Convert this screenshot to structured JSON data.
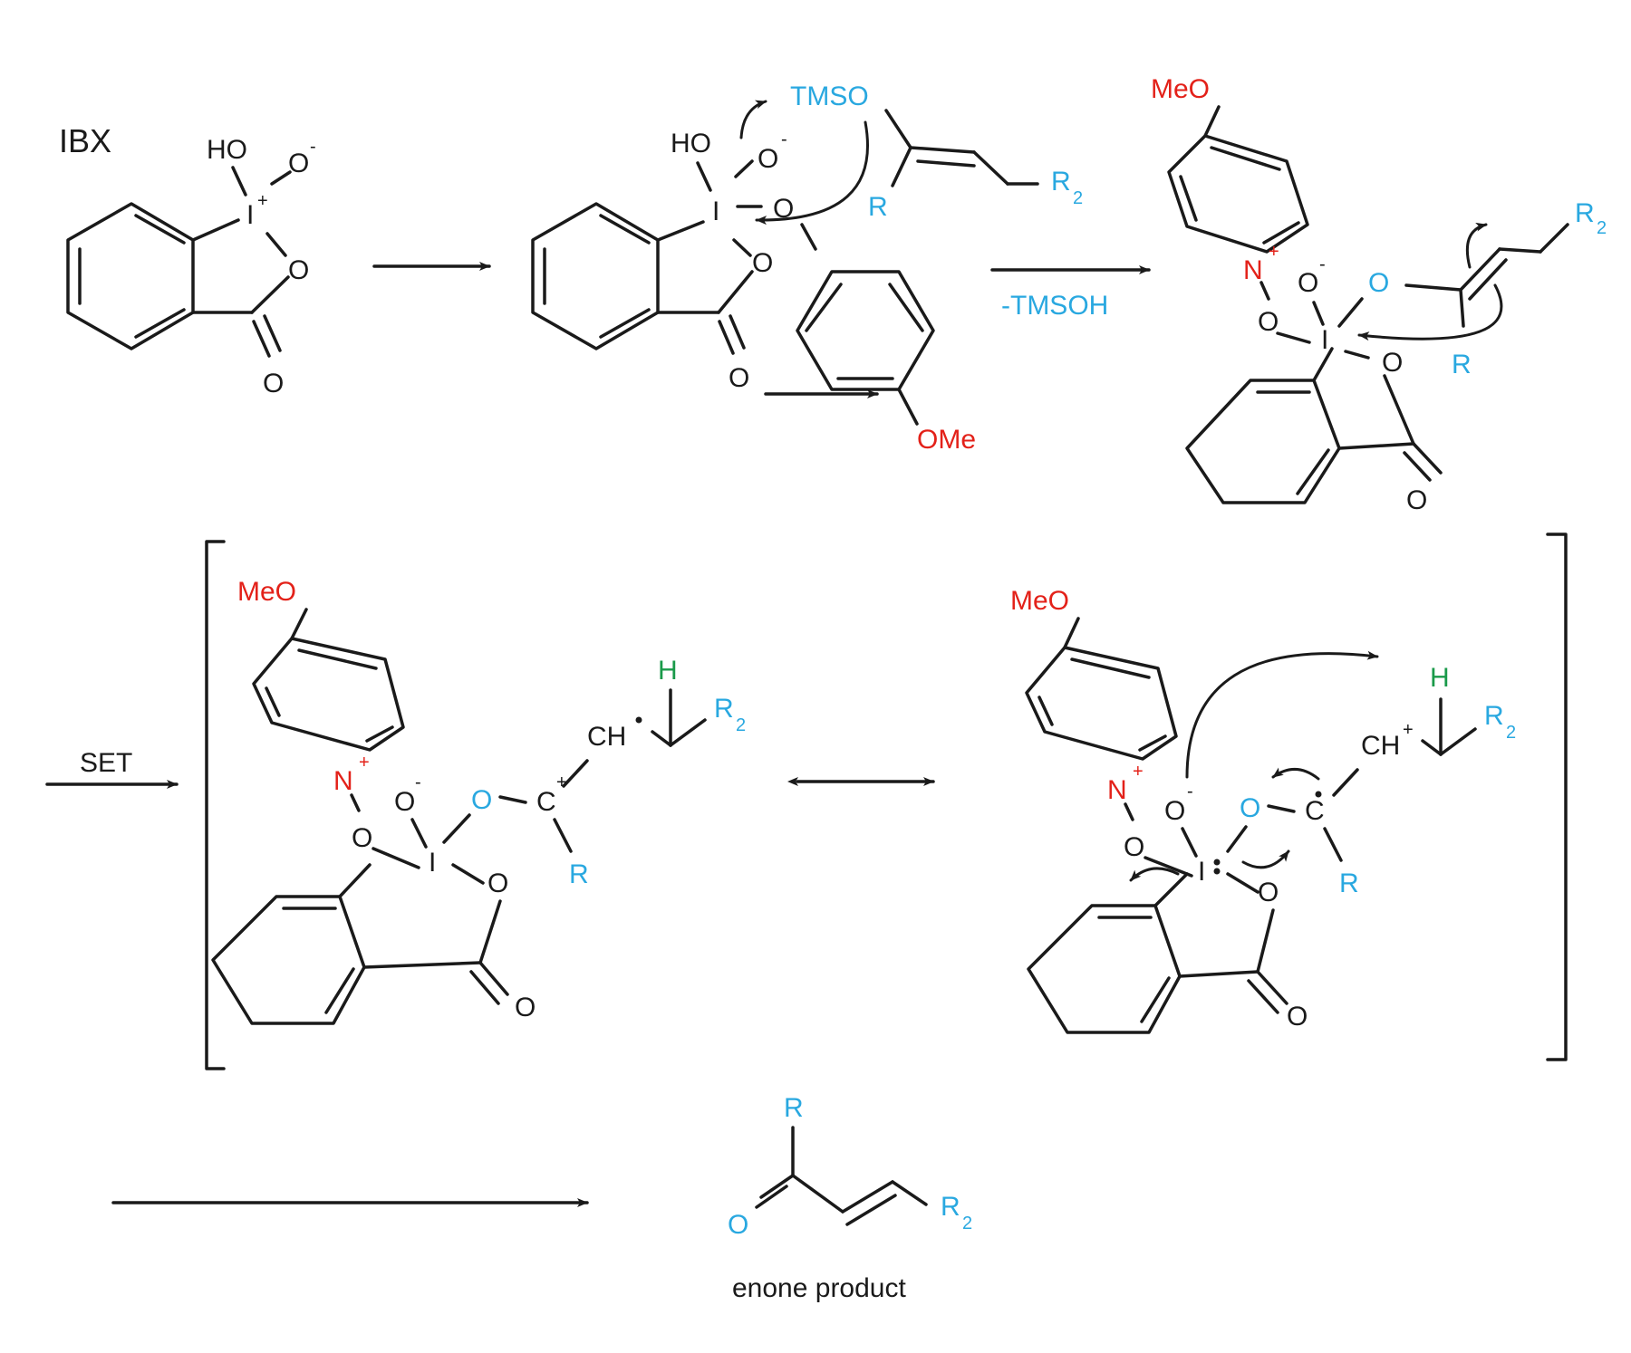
{
  "colors": {
    "black": "#1a1a1a",
    "blue": "#29a8e0",
    "red": "#e32119",
    "green": "#1a9a4a"
  },
  "labels": {
    "ibx": "IBX",
    "HO": "HO",
    "O": "O",
    "I": "I",
    "N": "N",
    "plus": "+",
    "minus": "-",
    "TMSO": "TMSO",
    "R": "R",
    "R2": "R",
    "sub2": "2",
    "MeO": "MeO",
    "OMe": "OMe",
    "H": "H",
    "C": "C",
    "CH": "CH"
  },
  "arrows": {
    "minus_tmsoh": "-TMSOH",
    "set": "SET"
  },
  "product": {
    "caption": "enone product"
  }
}
